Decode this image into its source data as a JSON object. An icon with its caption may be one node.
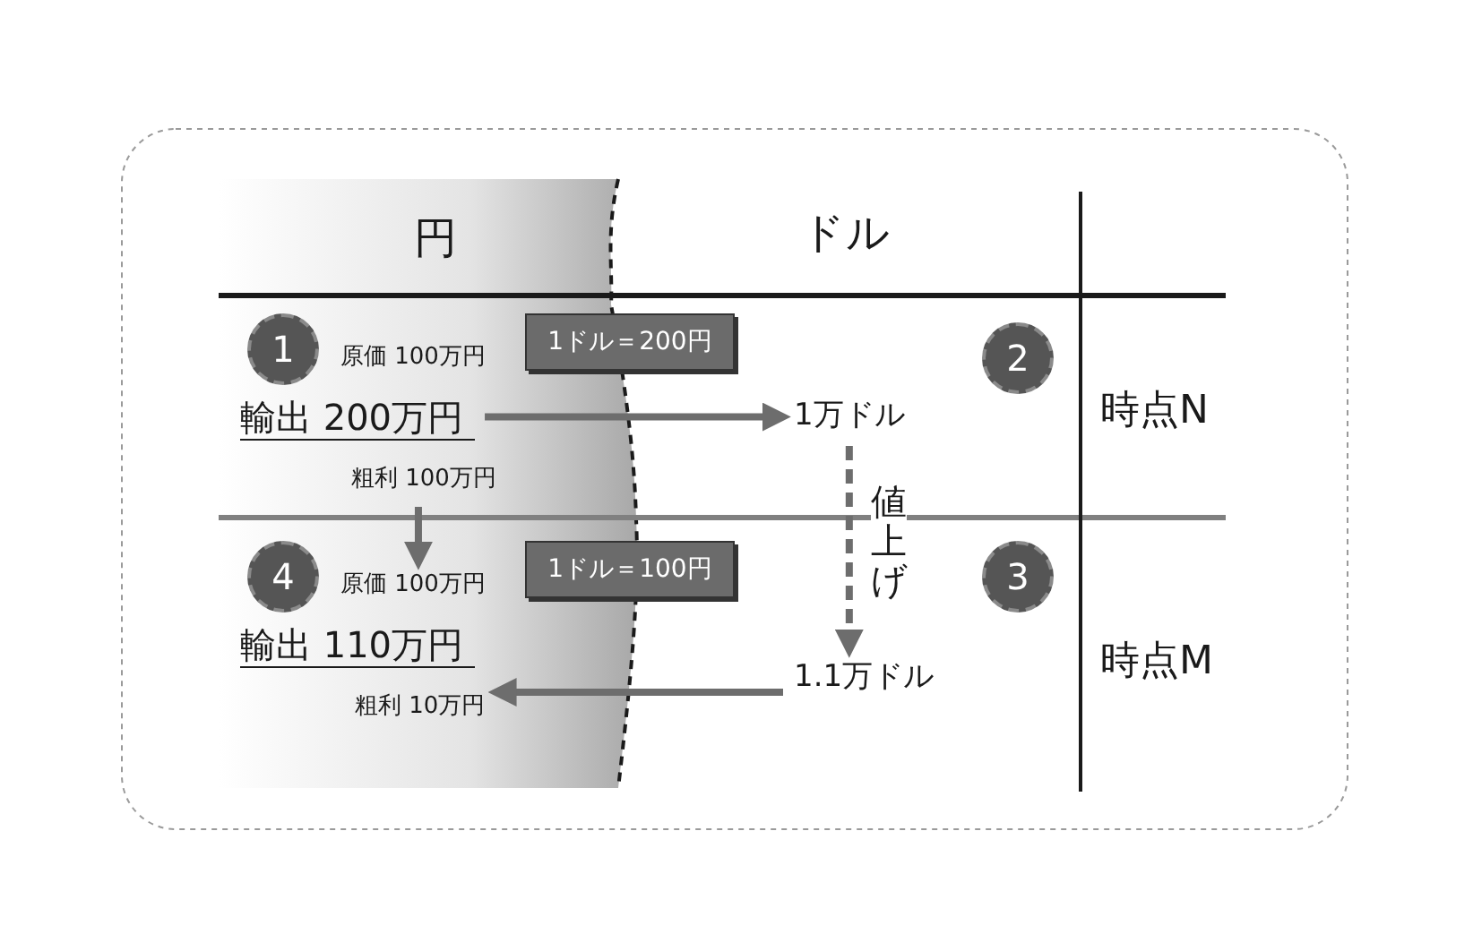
{
  "diagram": {
    "nodes": [
      {
        "text": [
          "1"
        ]
      },
      {
        "text": [
          "原価 100万円"
        ]
      },
      {
        "text": [
          "1ドル＝200円"
        ]
      },
      {
        "text": [
          "輸出 200万円"
        ]
      },
      {
        "text": [
          "粗利 100万円"
        ]
      },
      {
        "text": [
          "2"
        ]
      },
      {
        "text": [
          "1万ドル"
        ]
      },
      {
        "text": [
          "時点N"
        ]
      },
      {
        "text": [
          "4"
        ]
      },
      {
        "text": [
          "原価 100万円"
        ]
      },
      {
        "text": [
          "1ドル＝100円"
        ]
      },
      {
        "text": [
          "輸出 110万円"
        ]
      },
      {
        "text": [
          "粗利 10万円"
        ]
      },
      {
        "text": [
          "3"
        ]
      },
      {
        "text": [
          "1.1万ドル"
        ]
      },
      {
        "text": [
          "時点M"
        ]
      }
    ],
    "edges": [
      {
        "from": 3,
        "to": 6,
        "arrow": "to"
      },
      {
        "from": 6,
        "to": 14,
        "arrow": "to",
        "style": "dashed",
        "label": "値上げ"
      },
      {
        "from": 14,
        "to": 12,
        "arrow": "to"
      },
      {
        "from": 4,
        "to": 9,
        "arrow": "to"
      }
    ],
    "labels": [
      "円",
      "ドル"
    ]
  }
}
